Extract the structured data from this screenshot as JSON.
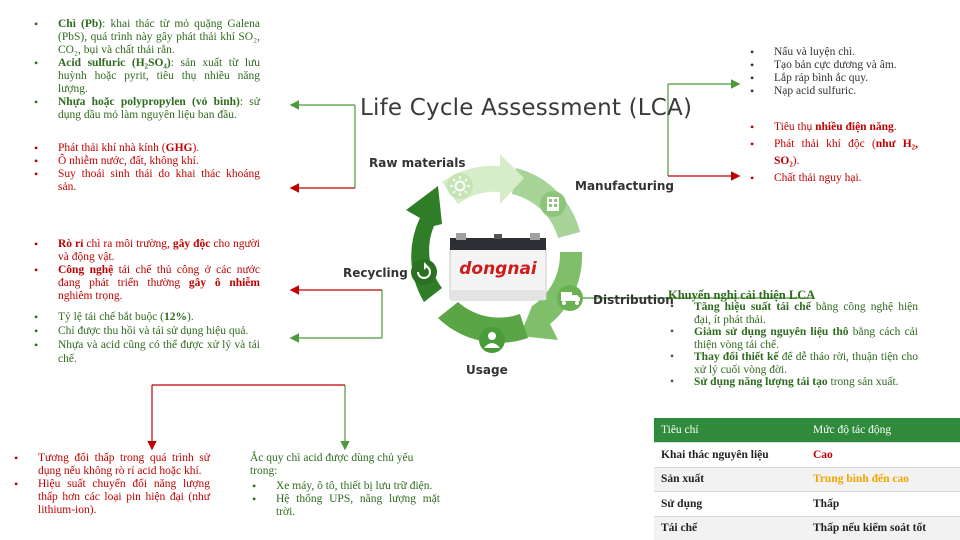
{
  "title": "Life Cycle Assessment (LCA)",
  "stages": {
    "raw": "Raw materials",
    "manufacturing": "Manufacturing",
    "distribution": "Distribution",
    "usage": "Usage",
    "recycling": "Recycling"
  },
  "battery_brand": "dongnai",
  "raw_green": [
    {
      "b": "Chì (Pb)",
      "t": ": khai thác từ mỏ quặng Galena (PbS), quá trình này gây phát thải khí SO₂, CO₂, bụi và chất thải rắn."
    },
    {
      "b": "Acid sulfuric (H₂SO₄)",
      "t": ": sản xuất từ lưu huỳnh hoặc pyrit, tiêu thụ nhiều năng lượng."
    },
    {
      "b": "Nhựa hoặc polypropylen (vỏ bình)",
      "t": ": sử dụng dầu mỏ làm nguyên liệu ban đầu."
    }
  ],
  "raw_red": [
    {
      "t1": "Phát thải khí nhà kính (",
      "b": "GHG",
      "t2": ")."
    },
    {
      "t1": "Ô nhiễm nước, đất, không khí.",
      "b": "",
      "t2": ""
    },
    {
      "t1": "Suy thoái sinh thái do khai thác khoáng sản.",
      "b": "",
      "t2": ""
    }
  ],
  "manu_green": [
    "Nấu và luyện chì.",
    "Tạo bản cực dương và âm.",
    "Lắp ráp bình ắc quy.",
    "Nạp acid sulfuric."
  ],
  "manu_red": [
    {
      "t1": "Tiêu thụ ",
      "b": "nhiều điện năng",
      "t2": "."
    },
    {
      "t1": "Phát thải khí độc (",
      "b": "như H₂, SO₂",
      "t2": ")."
    },
    {
      "t1": "Chất thải nguy hại.",
      "b": "",
      "t2": ""
    }
  ],
  "recycle_red": [
    {
      "b1": "Rò rỉ",
      "t1": " chì ra môi trường, ",
      "b2": "gây độc",
      "t2": " cho người và động vật."
    },
    {
      "b1": "Công nghệ",
      "t1": " tái chế thủ công ở các nước đang phát triển thường ",
      "b2": "gây ô nhiễm",
      "t2": " nghiêm trọng."
    }
  ],
  "recycle_green": [
    {
      "t1": "Tỷ lệ tái chế bắt buộc (",
      "b": "12%",
      "t2": ")."
    },
    {
      "t1": "Chỉ được thu hồi và tái sử dụng hiệu quả.",
      "b": "",
      "t2": ""
    },
    {
      "t1": "Nhựa và acid cũng có thể được xử lý và tái chế.",
      "b": "",
      "t2": ""
    }
  ],
  "usage_red": [
    "Tương đối thấp trong quá trình sử dụng nếu không rò rỉ acid hoặc khí.",
    "Hiệu suất chuyển đổi năng lượng thấp hơn các loại pin hiện đại (như lithium-ion)."
  ],
  "usage_green": {
    "intro": "Ắc quy chì acid được dùng chủ yếu trong:",
    "items": [
      "Xe máy, ô tô, thiết bị lưu trữ điện.",
      "Hệ thống UPS, năng lượng mặt trời."
    ]
  },
  "recommend": {
    "title": "Khuyến nghị cải thiện LCA",
    "items": [
      {
        "b": "Tăng hiệu suất tái chế",
        "t": " bằng công nghệ hiện đại, ít phát thải."
      },
      {
        "b": "Giảm sử dụng nguyên liệu thô",
        "t": " bằng cách cải thiện vòng tái chế."
      },
      {
        "b": "Thay đổi thiết kế",
        "t": " để dễ tháo rời, thuận tiện cho xử lý cuối vòng đời."
      },
      {
        "b": "Sử dụng năng lượng tái tạo",
        "t": " trong sản xuất."
      }
    ]
  },
  "table": {
    "headers": [
      "Tiêu chí",
      "Mức độ tác động"
    ],
    "rows": [
      {
        "c": "Khai thác nguyên liệu",
        "v": "Cao",
        "color": "#c00000"
      },
      {
        "c": "Sản xuất",
        "v": "Trung bình đến cao",
        "color": "#f0a500"
      },
      {
        "c": "Sử dụng",
        "v": "Thấp",
        "color": "#222222"
      },
      {
        "c": "Tái chế",
        "v": "Thấp nếu kiểm soát tốt",
        "color": "#222222"
      }
    ]
  },
  "colors": {
    "green": "#2e6b1e",
    "red": "#c00000",
    "header": "#2f8a3b",
    "medium": "#f0a500"
  }
}
